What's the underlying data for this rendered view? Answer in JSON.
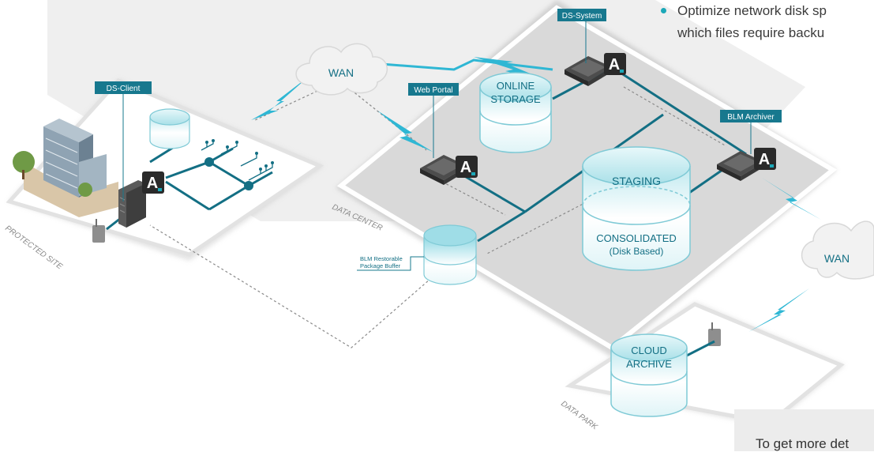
{
  "bullet": {
    "line1": "Optimize network disk sp",
    "line2": "which files require backu"
  },
  "footer": {
    "text": "To get more det"
  },
  "labels": {
    "ds_client": "DS-Client",
    "web_portal": "Web Portal",
    "ds_system": "DS-System",
    "blm_archiver": "BLM Archiver",
    "blm_buffer_line1": "BLM Restorable",
    "blm_buffer_line2": "Package Buffer"
  },
  "clouds": {
    "wan_top": "WAN",
    "wan_right": "WAN"
  },
  "cylinders": {
    "online_line1": "ONLINE",
    "online_line2": "STORAGE",
    "staging": "STAGING",
    "consolidated_line1": "CONSOLIDATED",
    "consolidated_line2": "(Disk Based)",
    "cloud_line1": "CLOUD",
    "cloud_line2": "ARCHIVE"
  },
  "sites": {
    "protected": "PROTECTED SITE",
    "data_center": "DATA CENTER",
    "data_park": "DATA PARK"
  },
  "logo_letter": "A",
  "colors": {
    "accent": "#1a7f93",
    "link": "#136f84",
    "bolt": "#2fb7d4",
    "platform": "#d9d9d9",
    "callout": "#17788e"
  }
}
